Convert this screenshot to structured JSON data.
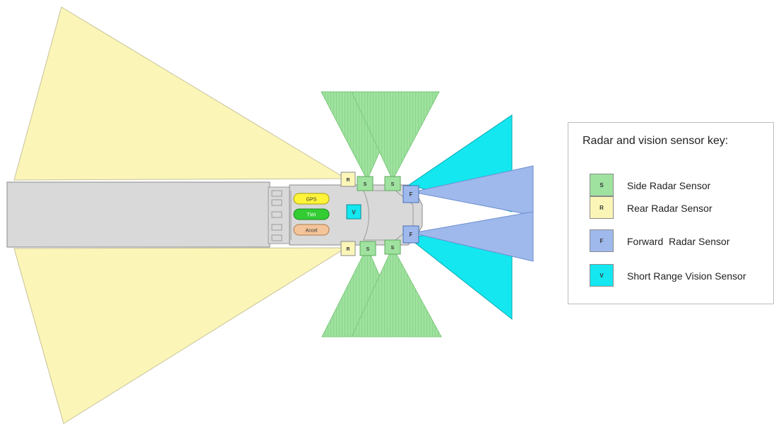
{
  "colors": {
    "side_radar": "#9fe29f",
    "rear_radar": "#fbf6b8",
    "forward_radar": "#9fb9ec",
    "short_range_vision": "#14e7f0",
    "vehicle_body": "#d9d9d9",
    "gps_badge": "#fff43a",
    "twi_badge": "#33cc33",
    "accel_badge": "#f4c49a"
  },
  "sensors": {
    "side_radar_letter": "S",
    "rear_radar_letter": "R",
    "forward_radar_letter": "F",
    "vision_letter": "V"
  },
  "vehicle_units": {
    "gps": "GPS",
    "twi": "TWI",
    "accel": "Accel"
  },
  "legend": {
    "title": "Radar and vision sensor key:",
    "items": [
      {
        "swatch_letter": "S",
        "label": "Side Radar Sensor",
        "color": "#9fe29f"
      },
      {
        "swatch_letter": "R",
        "label": "Rear Radar Sensor",
        "color": "#fbf6b8"
      },
      {
        "swatch_letter": "F",
        "label": "Forward  Radar Sensor",
        "color": "#9fb9ec"
      },
      {
        "swatch_letter": "V",
        "label": "Short Range Vision Sensor",
        "color": "#14e7f0"
      }
    ]
  }
}
